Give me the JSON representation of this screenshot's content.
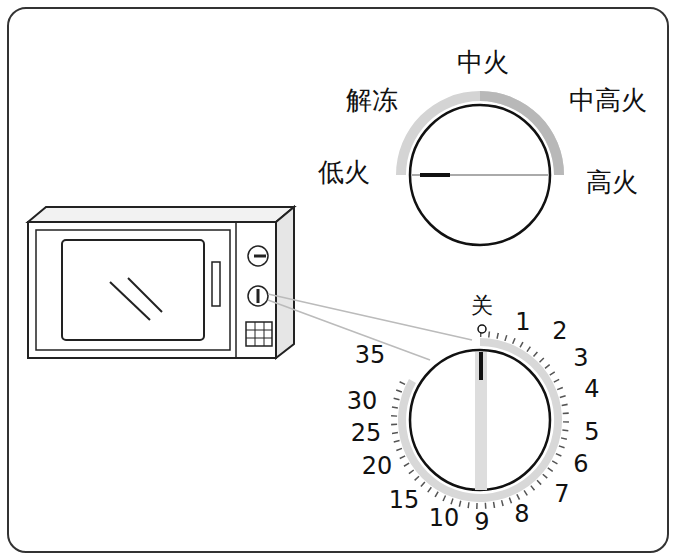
{
  "diagram": {
    "labels": [
      "解冻",
      "中火",
      "中高火",
      "低火",
      "高火",
      "关",
      "1",
      "2",
      "3",
      "4",
      "5",
      "6",
      "7",
      "8",
      "9",
      "10",
      "15",
      "20",
      "25",
      "30",
      "35"
    ]
  }
}
